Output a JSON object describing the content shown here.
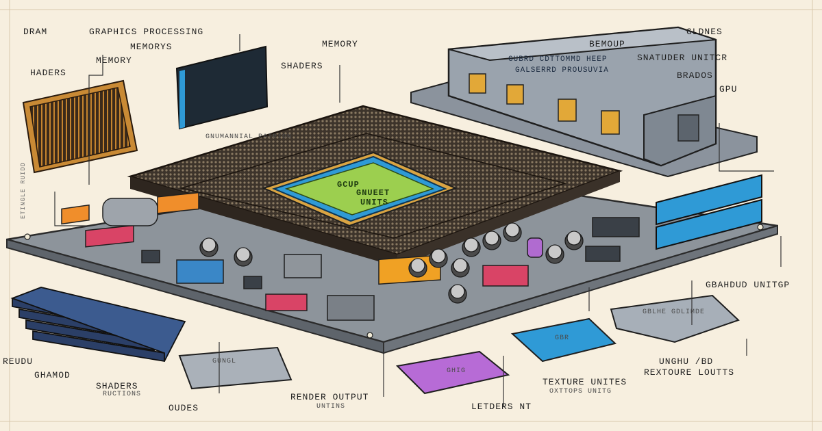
{
  "diagram": {
    "labels": {
      "dram": "DRAM",
      "graphics_processing": "GRAPHICS PROCESSING",
      "memorys": "MEMORYS",
      "memory_left": "MEMORY",
      "haders": "HADERS",
      "memory_top": "MEMORY",
      "shaders_top": "SHADERS",
      "gldnes": "GLDNES",
      "bemoup": "BEMOUP",
      "snatuder_unitcr": "SNATUDER UNITCR",
      "brados": "BRADOS",
      "gpu_right": "GPU",
      "gbahdud_unitgp": "GBAHDUD UNITGP",
      "reudu": "REUDU",
      "gnamod": "GHAMOD",
      "shaders_bottom": "SHADERS",
      "shaders_sub": "RUCTIONS",
      "oudes": "OUDES",
      "render_output": "RENDER OUTPUT",
      "render_output_sub": "UNTINS",
      "letders_nt": "LETDERS NT",
      "texture_units": "TEXTURE UNITES",
      "texture_units_sub": "OXTTOPS UNITG",
      "unghu_bd": "UNGHU /BD",
      "rextoure_louts": "REXTOURE LOUTTS",
      "board_caption": "GNUMANNIAL RATRION",
      "side_note": "ETINGLE RUIDD"
    },
    "chip": {
      "line1": "GCUP",
      "line2": "GNUEET",
      "line3": "UNITS"
    },
    "module": {
      "line1": "GUBRD CDTTOMMD HEEP",
      "line2": "GALSERRD PROUSUVIA"
    },
    "module_labels": {
      "purple": "GHIG",
      "blue": "GBR",
      "grey": "GBLHE GDLIMDE",
      "small_connector": "GUNGL"
    },
    "colors": {
      "background": "#f7efdf",
      "board": "#8d949b",
      "heatsink": "#4a3f33",
      "die_outline": "#2f9ad6",
      "die_core": "#9ccf4f",
      "module_body": "#9aa3ad"
    }
  }
}
